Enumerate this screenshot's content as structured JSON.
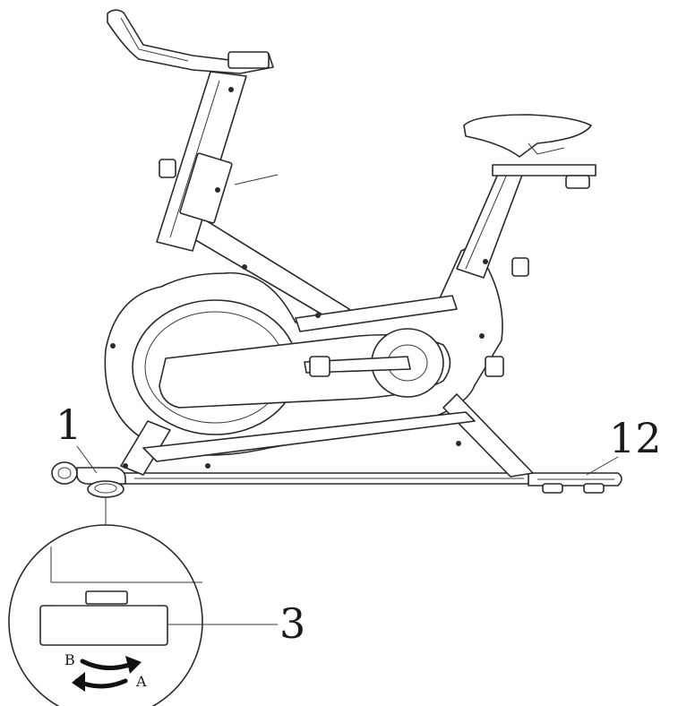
{
  "callouts": {
    "front_stabilizer": "1",
    "rear_stabilizer": "12",
    "leveler": "3"
  },
  "rotation": {
    "direction_a": "A",
    "direction_b": "B"
  }
}
